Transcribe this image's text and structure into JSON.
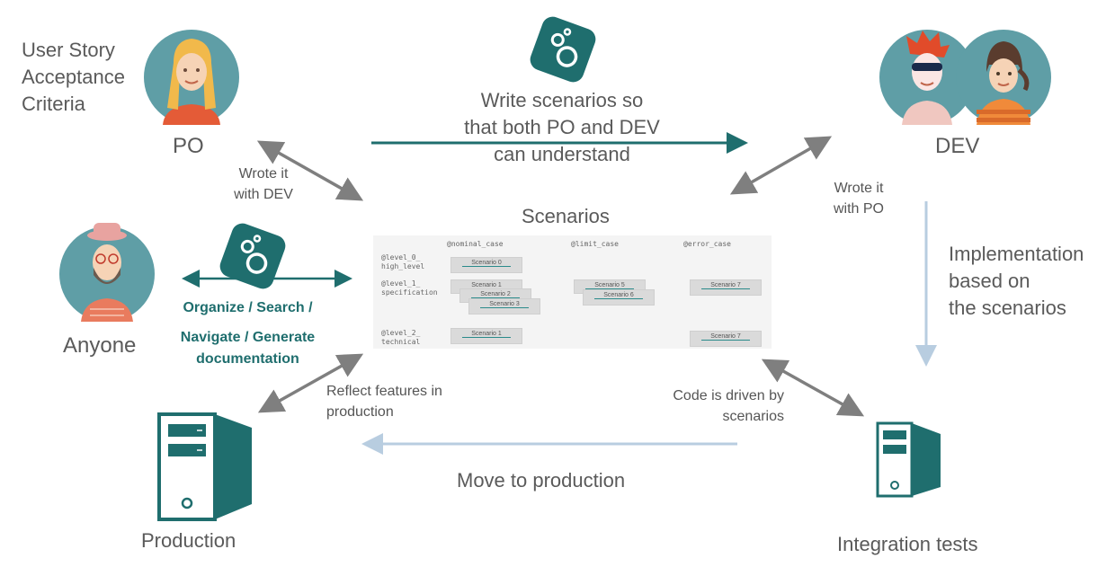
{
  "po": {
    "caption": "PO",
    "note_lines": [
      "User Story",
      "Acceptance",
      "Criteria"
    ]
  },
  "dev": {
    "caption": "DEV"
  },
  "anyone": {
    "caption": "Anyone"
  },
  "top_arrow": {
    "lines": [
      "Write scenarios so",
      "that both PO and DEV",
      "can understand"
    ]
  },
  "po_link": {
    "lines": [
      "Wrote it",
      "with DEV"
    ]
  },
  "dev_link": {
    "lines": [
      "Wrote it",
      "with PO"
    ]
  },
  "implementation": {
    "lines": [
      "Implementation",
      "based on",
      "the scenarios"
    ]
  },
  "scenarios": {
    "title": "Scenarios",
    "tags": [
      "@nominal_case",
      "@limit_case",
      "@error_case"
    ],
    "levels": [
      {
        "lines": [
          "@level_0_",
          "high_level"
        ]
      },
      {
        "lines": [
          "@level_1_",
          "specification"
        ]
      },
      {
        "lines": [
          "@level_2_",
          "technical"
        ]
      }
    ],
    "cards": [
      "Scenario 0",
      "Scenario 1",
      "Scenario 2",
      "Scenario 3",
      "Scenario 5",
      "Scenario 6",
      "Scenario 7",
      "Scenario 1",
      "Scenario 7"
    ]
  },
  "anyone_link": {
    "lines": [
      "Organize / Search /",
      "Navigate /  Generate",
      "documentation"
    ]
  },
  "production_link": {
    "lines": [
      "Reflect features in",
      "production"
    ]
  },
  "tests_link": {
    "lines": [
      "Code is driven by",
      "scenarios"
    ]
  },
  "bottom_arrow": {
    "label": "Move to production"
  },
  "production": {
    "caption": "Production"
  },
  "integration": {
    "caption": "Integration tests"
  },
  "colors": {
    "teal": "#1f6e6e",
    "gray_arrow": "#7f7f7f",
    "light_arrow": "#b8cde0",
    "avatar_bg": "#5f9ea6"
  },
  "icons": [
    "cucumber-icon",
    "server-icon"
  ]
}
